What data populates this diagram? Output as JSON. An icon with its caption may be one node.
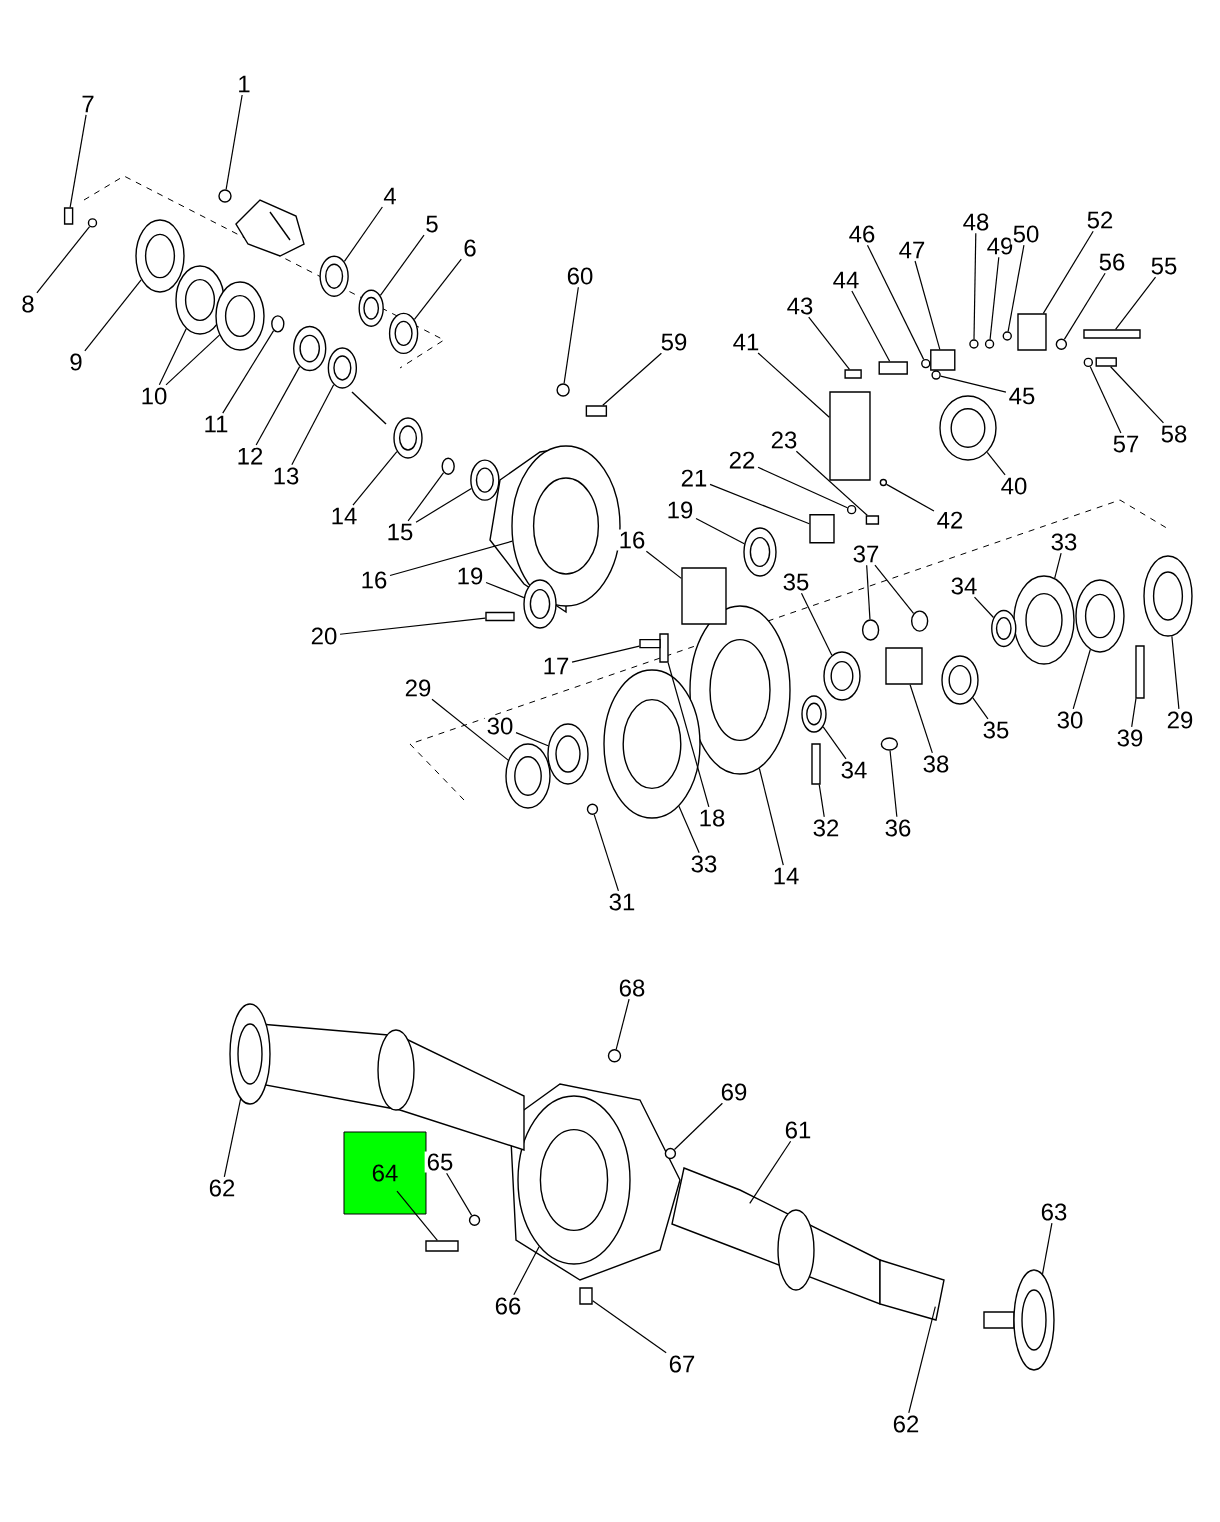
{
  "diagram": {
    "nodes": [
      {
        "text": [
          "1"
        ]
      },
      {
        "text": [
          "7"
        ]
      },
      {
        "text": [
          "8"
        ]
      },
      {
        "text": [
          "4"
        ]
      },
      {
        "text": [
          "5"
        ]
      },
      {
        "text": [
          "6"
        ]
      },
      {
        "text": [
          "9"
        ]
      },
      {
        "text": [
          "10"
        ]
      },
      {
        "text": [
          "11"
        ]
      },
      {
        "text": [
          "12"
        ]
      },
      {
        "text": [
          "13"
        ]
      },
      {
        "text": [
          "14"
        ]
      },
      {
        "text": [
          "15"
        ]
      },
      {
        "text": [
          "16"
        ]
      },
      {
        "text": [
          "19"
        ]
      },
      {
        "text": [
          "20"
        ]
      },
      {
        "text": [
          "17"
        ]
      },
      {
        "text": [
          "29"
        ]
      },
      {
        "text": [
          "30"
        ]
      },
      {
        "text": [
          "31"
        ]
      },
      {
        "text": [
          "60"
        ]
      },
      {
        "text": [
          "59"
        ]
      },
      {
        "text": [
          "41"
        ]
      },
      {
        "text": [
          "43"
        ]
      },
      {
        "text": [
          "44"
        ]
      },
      {
        "text": [
          "46"
        ]
      },
      {
        "text": [
          "47"
        ]
      },
      {
        "text": [
          "48"
        ]
      },
      {
        "text": [
          "49"
        ]
      },
      {
        "text": [
          "50"
        ]
      },
      {
        "text": [
          "52"
        ]
      },
      {
        "text": [
          "56"
        ]
      },
      {
        "text": [
          "55"
        ]
      },
      {
        "text": [
          "45"
        ]
      },
      {
        "text": [
          "57"
        ]
      },
      {
        "text": [
          "58"
        ]
      },
      {
        "text": [
          "40"
        ]
      },
      {
        "text": [
          "42"
        ]
      },
      {
        "text": [
          "21"
        ]
      },
      {
        "text": [
          "22"
        ]
      },
      {
        "text": [
          "23"
        ]
      },
      {
        "text": [
          "19"
        ]
      },
      {
        "text": [
          "16"
        ]
      },
      {
        "text": [
          "37"
        ]
      },
      {
        "text": [
          "35"
        ]
      },
      {
        "text": [
          "33"
        ]
      },
      {
        "text": [
          "34"
        ]
      },
      {
        "text": [
          "35"
        ]
      },
      {
        "text": [
          "38"
        ]
      },
      {
        "text": [
          "30"
        ]
      },
      {
        "text": [
          "39"
        ]
      },
      {
        "text": [
          "29"
        ]
      },
      {
        "text": [
          "34"
        ]
      },
      {
        "text": [
          "36"
        ]
      },
      {
        "text": [
          "32"
        ]
      },
      {
        "text": [
          "14"
        ]
      },
      {
        "text": [
          "18"
        ]
      },
      {
        "text": [
          "33"
        ]
      },
      {
        "text": [
          "68"
        ]
      },
      {
        "text": [
          "69"
        ]
      },
      {
        "text": [
          "61"
        ]
      },
      {
        "text": [
          "62"
        ]
      },
      {
        "text": [
          "64"
        ]
      },
      {
        "text": [
          "65"
        ]
      },
      {
        "text": [
          "66"
        ]
      },
      {
        "text": [
          "67"
        ]
      },
      {
        "text": [
          "63"
        ]
      },
      {
        "text": [
          "62"
        ]
      },
      {
        "text": [],
        "shape": "circle"
      },
      {
        "text": [],
        "shape": "box"
      },
      {
        "text": [],
        "shape": "circle"
      },
      {
        "text": [],
        "shape": "picture"
      },
      {
        "text": [],
        "shape": "picture"
      },
      {
        "text": [],
        "shape": "picture"
      },
      {
        "text": [],
        "shape": "picture"
      },
      {
        "text": [],
        "shape": "picture"
      },
      {
        "text": [],
        "shape": "picture"
      },
      {
        "text": [],
        "shape": "circle"
      },
      {
        "text": [],
        "shape": "picture"
      },
      {
        "text": [],
        "shape": "picture"
      },
      {
        "text": [],
        "shape": "picture"
      },
      {
        "text": [],
        "shape": "circle"
      },
      {
        "text": [],
        "shape": "picture"
      },
      {
        "text": [],
        "shape": "picture"
      },
      {
        "text": [],
        "shape": "picture"
      },
      {
        "text": [],
        "shape": "box"
      },
      {
        "text": [],
        "shape": "box"
      },
      {
        "text": [],
        "shape": "picture"
      },
      {
        "text": [],
        "shape": "picture"
      },
      {
        "text": [],
        "shape": "circle"
      },
      {
        "text": [],
        "shape": "circle"
      },
      {
        "text": [],
        "shape": "box"
      },
      {
        "text": [],
        "shape": "box"
      },
      {
        "text": [],
        "shape": "box"
      },
      {
        "text": [],
        "shape": "box"
      },
      {
        "text": [],
        "shape": "circle"
      },
      {
        "text": [],
        "shape": "box"
      },
      {
        "text": [],
        "shape": "circle"
      },
      {
        "text": [],
        "shape": "circle"
      },
      {
        "text": [],
        "shape": "circle"
      },
      {
        "text": [],
        "shape": "box"
      },
      {
        "text": [],
        "shape": "circle"
      },
      {
        "text": [],
        "shape": "box"
      },
      {
        "text": [],
        "shape": "circle"
      },
      {
        "text": [],
        "shape": "circle"
      },
      {
        "text": [],
        "shape": "box"
      },
      {
        "text": [],
        "shape": "picture"
      },
      {
        "text": [],
        "shape": "circle"
      },
      {
        "text": [],
        "shape": "box"
      },
      {
        "text": [],
        "shape": "circle"
      },
      {
        "text": [],
        "shape": "box"
      },
      {
        "text": [],
        "shape": "picture"
      },
      {
        "text": [],
        "shape": "box"
      },
      {
        "text": [],
        "shape": "circle"
      },
      {
        "text": [],
        "shape": "circle"
      },
      {
        "text": [],
        "shape": "picture"
      },
      {
        "text": [],
        "shape": "picture"
      },
      {
        "text": [],
        "shape": "picture"
      },
      {
        "text": [],
        "shape": "picture"
      },
      {
        "text": [],
        "shape": "box"
      },
      {
        "text": [],
        "shape": "picture"
      },
      {
        "text": [],
        "shape": "box"
      },
      {
        "text": [],
        "shape": "picture"
      },
      {
        "text": [],
        "shape": "picture"
      },
      {
        "text": [],
        "shape": "circle"
      },
      {
        "text": [],
        "shape": "box"
      },
      {
        "text": [],
        "shape": "picture"
      },
      {
        "text": [],
        "shape": "box"
      },
      {
        "text": [],
        "shape": "picture"
      },
      {
        "text": [],
        "shape": "circle"
      },
      {
        "text": [],
        "shape": "circle"
      },
      {
        "text": [],
        "shape": "picture"
      },
      {
        "text": [],
        "shape": "picture"
      },
      {
        "text": [],
        "shape": "box"
      },
      {
        "text": [],
        "shape": "circle"
      },
      {
        "text": [],
        "shape": "picture"
      },
      {
        "text": [],
        "shape": "box"
      },
      {
        "text": [],
        "shape": "picture"
      },
      {
        "text": [],
        "shape": "picture"
      }
    ],
    "edges": [
      {
        "from": 0,
        "to": 68,
        "arrow": "none"
      },
      {
        "from": 1,
        "to": 69,
        "arrow": "none"
      },
      {
        "from": 2,
        "to": 70,
        "arrow": "none"
      },
      {
        "from": 3,
        "to": 71,
        "arrow": "none"
      },
      {
        "from": 4,
        "to": 72,
        "arrow": "none"
      },
      {
        "from": 5,
        "to": 73,
        "arrow": "none"
      },
      {
        "from": 6,
        "to": 74,
        "arrow": "none"
      },
      {
        "from": 7,
        "to": 75,
        "arrow": "none"
      },
      {
        "from": 7,
        "to": 76,
        "arrow": "none"
      },
      {
        "from": 8,
        "to": 77,
        "arrow": "none"
      },
      {
        "from": 9,
        "to": 78,
        "arrow": "none"
      },
      {
        "from": 10,
        "to": 79,
        "arrow": "none"
      },
      {
        "from": 11,
        "to": 80,
        "arrow": "none"
      },
      {
        "from": 12,
        "to": 81,
        "arrow": "none"
      },
      {
        "from": 12,
        "to": 82,
        "arrow": "none"
      },
      {
        "from": 13,
        "to": 83,
        "arrow": "none"
      },
      {
        "from": 14,
        "to": 84,
        "arrow": "none"
      },
      {
        "from": 15,
        "to": 85,
        "arrow": "none"
      },
      {
        "from": 16,
        "to": 86,
        "arrow": "none"
      },
      {
        "from": 17,
        "to": 87,
        "arrow": "none"
      },
      {
        "from": 18,
        "to": 88,
        "arrow": "none"
      },
      {
        "from": 19,
        "to": 89,
        "arrow": "none"
      },
      {
        "from": 20,
        "to": 90,
        "arrow": "none"
      },
      {
        "from": 21,
        "to": 91,
        "arrow": "none"
      },
      {
        "from": 22,
        "to": 92,
        "arrow": "none"
      },
      {
        "from": 23,
        "to": 93,
        "arrow": "none"
      },
      {
        "from": 24,
        "to": 94,
        "arrow": "none"
      },
      {
        "from": 25,
        "to": 95,
        "arrow": "none"
      },
      {
        "from": 26,
        "to": 96,
        "arrow": "none"
      },
      {
        "from": 27,
        "to": 97,
        "arrow": "none"
      },
      {
        "from": 28,
        "to": 98,
        "arrow": "none"
      },
      {
        "from": 29,
        "to": 99,
        "arrow": "none"
      },
      {
        "from": 30,
        "to": 100,
        "arrow": "none"
      },
      {
        "from": 31,
        "to": 101,
        "arrow": "none"
      },
      {
        "from": 32,
        "to": 102,
        "arrow": "none"
      },
      {
        "from": 33,
        "to": 103,
        "arrow": "none"
      },
      {
        "from": 34,
        "to": 104,
        "arrow": "none"
      },
      {
        "from": 35,
        "to": 105,
        "arrow": "none"
      },
      {
        "from": 36,
        "to": 106,
        "arrow": "none"
      },
      {
        "from": 37,
        "to": 107,
        "arrow": "none"
      },
      {
        "from": 38,
        "to": 108,
        "arrow": "none"
      },
      {
        "from": 39,
        "to": 109,
        "arrow": "none"
      },
      {
        "from": 40,
        "to": 110,
        "arrow": "none"
      },
      {
        "from": 41,
        "to": 111,
        "arrow": "none"
      },
      {
        "from": 42,
        "to": 112,
        "arrow": "none"
      },
      {
        "from": 43,
        "to": 113,
        "arrow": "none"
      },
      {
        "from": 43,
        "to": 114,
        "arrow": "none"
      },
      {
        "from": 44,
        "to": 115,
        "arrow": "none"
      },
      {
        "from": 45,
        "to": 116,
        "arrow": "none"
      },
      {
        "from": 46,
        "to": 117,
        "arrow": "none"
      },
      {
        "from": 47,
        "to": 118,
        "arrow": "none"
      },
      {
        "from": 48,
        "to": 119,
        "arrow": "none"
      },
      {
        "from": 49,
        "to": 120,
        "arrow": "none"
      },
      {
        "from": 50,
        "to": 121,
        "arrow": "none"
      },
      {
        "from": 51,
        "to": 122,
        "arrow": "none"
      },
      {
        "from": 52,
        "to": 123,
        "arrow": "none"
      },
      {
        "from": 53,
        "to": 124,
        "arrow": "none"
      },
      {
        "from": 54,
        "to": 125,
        "arrow": "none"
      },
      {
        "from": 55,
        "to": 126,
        "arrow": "none"
      },
      {
        "from": 56,
        "to": 127,
        "arrow": "none"
      },
      {
        "from": 57,
        "to": 128,
        "arrow": "none"
      },
      {
        "from": 58,
        "to": 129,
        "arrow": "none"
      },
      {
        "from": 59,
        "to": 130,
        "arrow": "none"
      },
      {
        "from": 60,
        "to": 131,
        "arrow": "none"
      },
      {
        "from": 61,
        "to": 132,
        "arrow": "none"
      },
      {
        "from": 62,
        "to": 133,
        "arrow": "none"
      },
      {
        "from": 63,
        "to": 134,
        "arrow": "none"
      },
      {
        "from": 64,
        "to": 135,
        "arrow": "none"
      },
      {
        "from": 65,
        "to": 136,
        "arrow": "none"
      },
      {
        "from": 66,
        "to": 137,
        "arrow": "none"
      },
      {
        "from": 67,
        "to": 138,
        "arrow": "none"
      }
    ]
  }
}
